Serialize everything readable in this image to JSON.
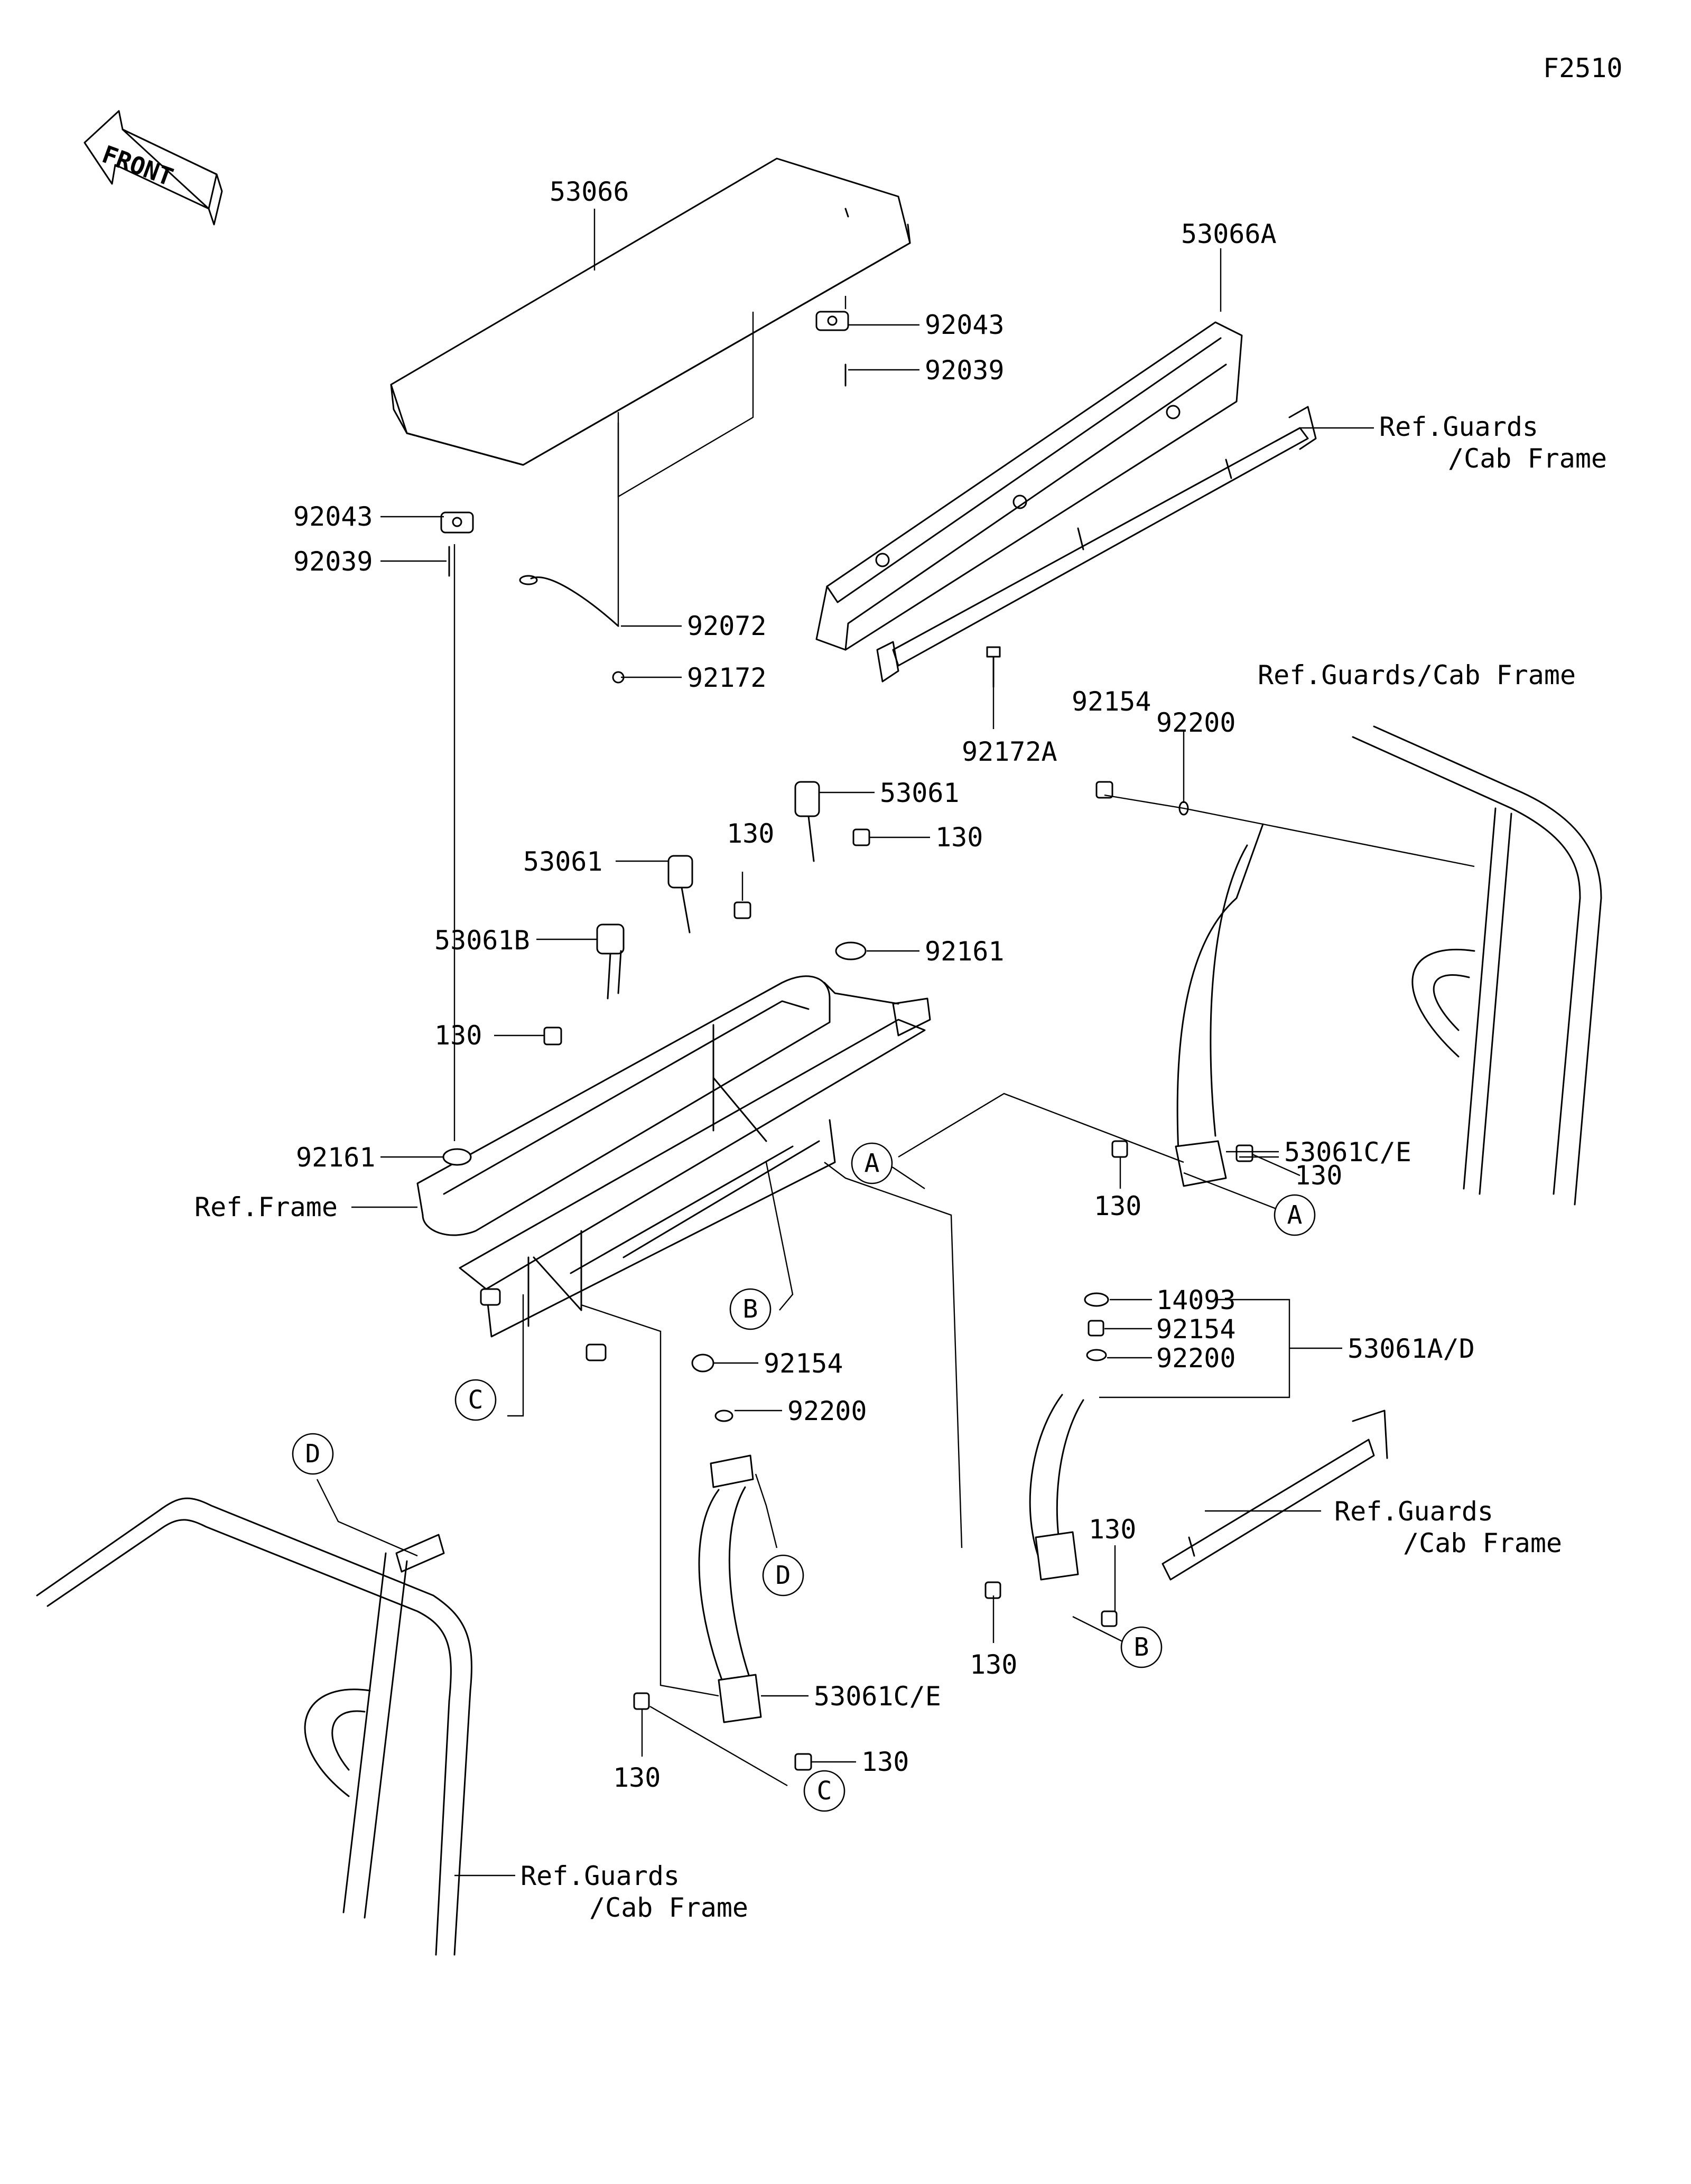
{
  "figure_code": "F2510",
  "front_label": "FRONT",
  "parts": {
    "p53066": "53066",
    "p53066A": "53066A",
    "p92043_right": "92043",
    "p92039_right": "92039",
    "p92043_left": "92043",
    "p92039_left": "92039",
    "p92072": "92072",
    "p92172": "92172",
    "p92172A": "92172A",
    "p92154_top": "92154",
    "p92200_top": "92200",
    "p53061_a": "53061",
    "p53061_b": "53061",
    "p130_a": "130",
    "p130_b": "130",
    "p92161_right": "92161",
    "p53061B": "53061B",
    "p130_c": "130",
    "p92161_left": "92161",
    "p53061CE_right": "53061C/E",
    "p130_d": "130",
    "p130_e": "130",
    "p14093": "14093",
    "p92154_mid": "92154",
    "p92200_mid": "92200",
    "p53061AD": "53061A/D",
    "p92154_lower": "92154",
    "p92200_lower": "92200",
    "p130_f": "130",
    "p130_g": "130",
    "p53061CE_left": "53061C/E",
    "p130_h": "130",
    "p130_i": "130"
  },
  "references": {
    "guards_top_right_1": "Ref.Guards",
    "guards_top_right_2": "/Cab Frame",
    "guards_right": "Ref.Guards/Cab Frame",
    "frame": "Ref.Frame",
    "guards_mid_right_1": "Ref.Guards",
    "guards_mid_right_2": "/Cab Frame",
    "guards_bottom_left_1": "Ref.Guards",
    "guards_bottom_left_2": "/Cab Frame"
  },
  "callouts": {
    "A": "A",
    "B": "B",
    "C": "C",
    "D": "D"
  }
}
